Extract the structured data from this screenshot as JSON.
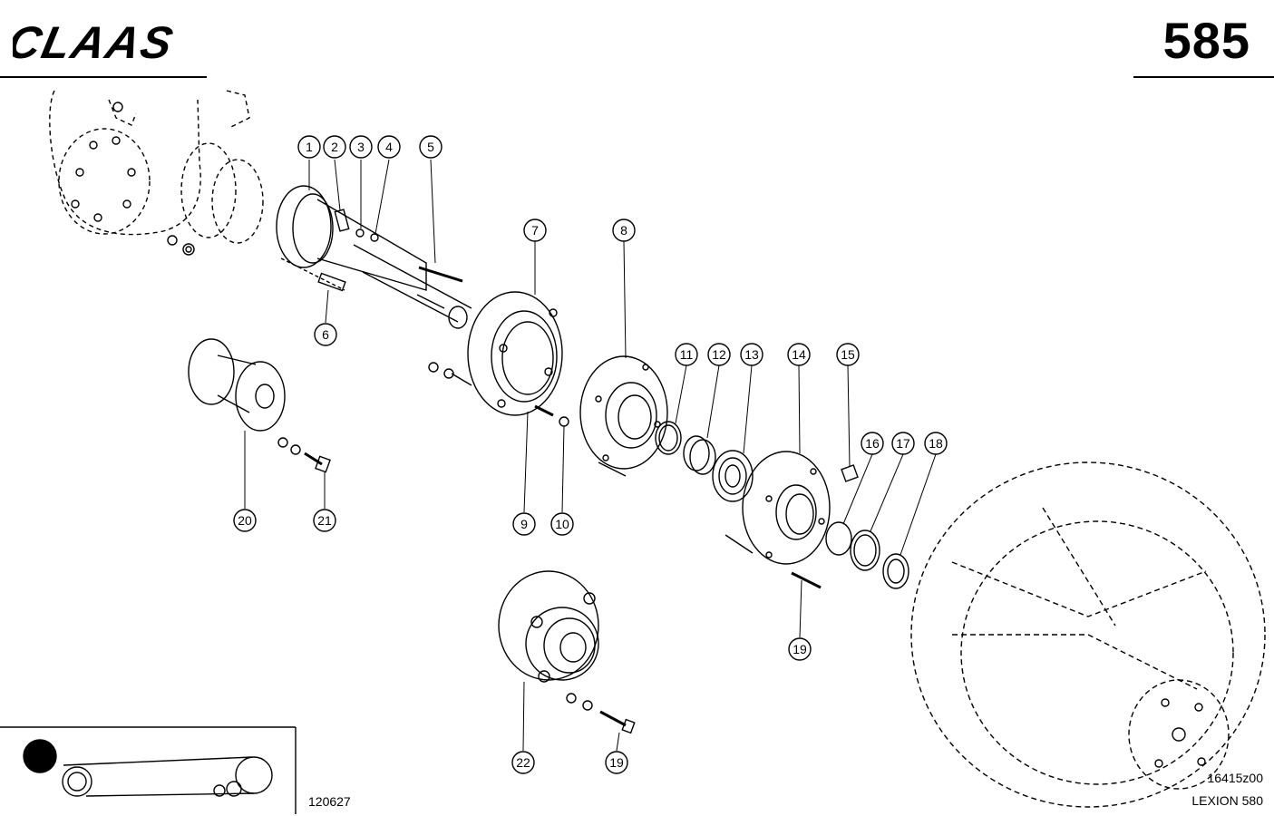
{
  "header": {
    "brand": "CLAAS",
    "page_number": "585"
  },
  "footer": {
    "reference_code": "120627",
    "figure_code": "16415z00",
    "model": "LEXION 580"
  },
  "callouts": [
    "1",
    "2",
    "3",
    "4",
    "5",
    "6",
    "7",
    "8",
    "9",
    "10",
    "11",
    "12",
    "13",
    "14",
    "15",
    "16",
    "17",
    "18",
    "19",
    "20",
    "21",
    "22",
    "19"
  ],
  "locator_icon": "belt-drive-locator-icon",
  "icons": [
    "claas-logo-icon",
    "belt-drive-locator-icon"
  ],
  "colors": {
    "ink": "#000000",
    "paper": "#ffffff"
  }
}
